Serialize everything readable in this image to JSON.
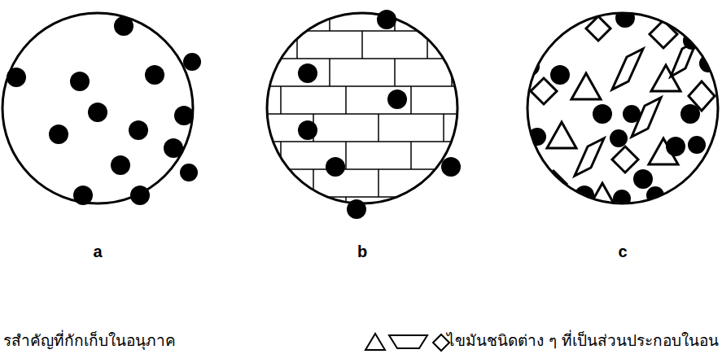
{
  "diagram": {
    "labels": [
      "a",
      "b",
      "c",
      "รสำคัญที่กักเก็บในอนุภาค",
      "ไขมันชนิดต่าง ๆ ที่เป็นส่วนประกอบในอน"
    ]
  }
}
